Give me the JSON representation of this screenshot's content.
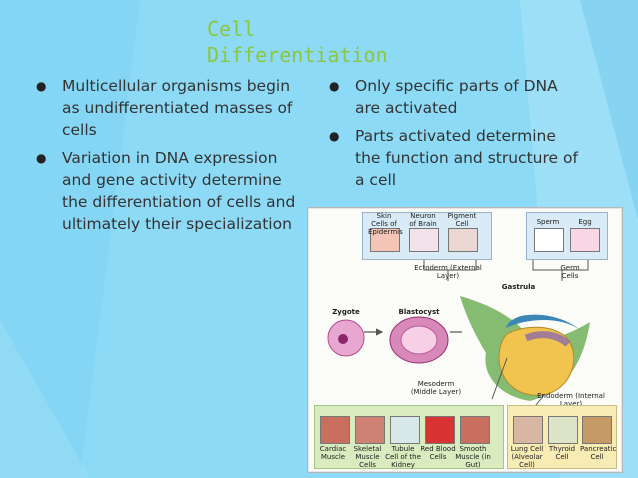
{
  "slide": {
    "title": "Cell\nDifferentiation",
    "left_bullets": [
      "Multicellular organisms begin as undifferentiated masses of cells",
      "Variation in DNA expression and gene activity determine the differentiation of cells and ultimately their specialization"
    ],
    "right_bullets": [
      "Only specific parts of DNA are activated",
      "Parts activated determine the function and structure of a cell"
    ]
  },
  "figure": {
    "ectoderm_cells": [
      "Skin Cells of Epidermis",
      "Neuron of Brain",
      "Pigment Cell"
    ],
    "ectoderm_label": "Ectoderm (External Layer)",
    "germ_cells": [
      "Sperm",
      "Egg"
    ],
    "germ_label": "Germ Cells",
    "gastrula": "Gastrula",
    "zygote": "Zygote",
    "blastocyst": "Blastocyst",
    "mesoderm_label": "Mesoderm (Middle Layer)",
    "mesoderm_cells": [
      "Cardiac Muscle",
      "Skeletal Muscle Cells",
      "Tubule Cell of the Kidney",
      "Red Blood Cells",
      "Smooth Muscle (in Gut)"
    ],
    "endoderm_label": "Endoderm (Internal Layer)",
    "endoderm_cells": [
      "Lung Cell (Alveolar Cell)",
      "Thyroid Cell",
      "Pancreatic Cell"
    ]
  },
  "colors": {
    "background": "#8cdaf6",
    "accent": "#8cc63f",
    "text": "#333333"
  }
}
